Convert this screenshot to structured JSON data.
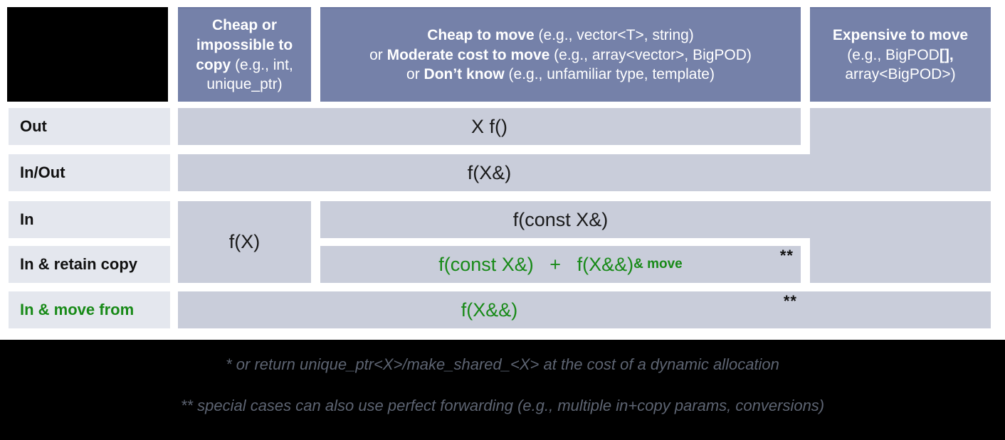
{
  "palette": {
    "header_blue": "#7581a9",
    "cell_lavender": "#c9cdda",
    "label_gray": "#e4e7ee",
    "green": "#188a18",
    "footnote_gray": "#5d6472",
    "black": "#000000",
    "white": "#ffffff"
  },
  "table": {
    "column_headers": [
      {
        "segments": [
          {
            "t": "Cheap or impossible to copy",
            "b": true
          },
          {
            "t": " (e.g., int, unique_ptr)"
          }
        ]
      },
      {
        "segments": [
          {
            "t": "Cheap to move",
            "b": true
          },
          {
            "t": " (e.g., vector<T>, string)"
          },
          {
            "br": true
          },
          {
            "t": "or "
          },
          {
            "t": "Moderate cost to move",
            "b": true
          },
          {
            "t": " (e.g., array<vector>, BigPOD)"
          },
          {
            "br": true
          },
          {
            "t": "or "
          },
          {
            "t": "Don’t know",
            "b": true
          },
          {
            "t": " (e.g., unfamiliar type, template)"
          }
        ]
      },
      {
        "segments": [
          {
            "t": "Expensive to move",
            "b": true
          },
          {
            "br": true
          },
          {
            "t": "(e.g., BigPOD"
          },
          {
            "t": "[],",
            "b": true
          },
          {
            "br": true
          },
          {
            "t": "array<BigPOD>)"
          }
        ]
      }
    ],
    "row_labels": [
      {
        "label": "Out"
      },
      {
        "label": "In/Out"
      },
      {
        "label": "In"
      },
      {
        "label": "In & retain copy"
      },
      {
        "label": "In & move from",
        "color": "green"
      }
    ],
    "cells": {
      "out": "X f()",
      "in_out": "f(X&)",
      "in_cheap_copy": "f(X)",
      "in_const_ref": "f(const X&)",
      "in_retain_segments": [
        {
          "t": "f(const X&)   +   f(X&&) "
        },
        {
          "t": "& move",
          "cls": "small"
        }
      ],
      "in_move": "f(X&&)",
      "double_star": "**"
    }
  },
  "footnotes": [
    "* or return unique_ptr<X>/make_shared_<X> at the cost of a dynamic allocation",
    "** special cases can also use perfect forwarding (e.g., multiple in+copy params, conversions)"
  ]
}
